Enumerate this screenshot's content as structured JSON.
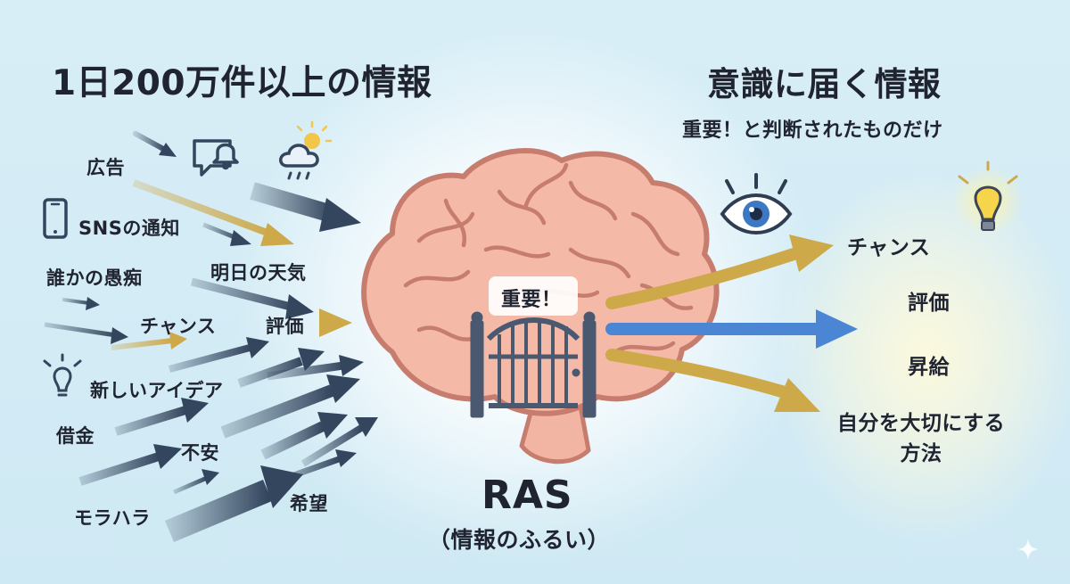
{
  "left": {
    "heading": "1日200万件以上の情報",
    "labels": {
      "ad": "広告",
      "sns": "SNSの通知",
      "complaint": "誰かの愚痴",
      "weather": "明日の天気",
      "chance": "チャンス",
      "evaluation": "評価",
      "idea": "新しいアイデア",
      "debt": "借金",
      "anxiety": "不安",
      "harassment": "モラハラ",
      "hope": "希望"
    }
  },
  "center": {
    "badge": "重要！",
    "ras_title": "RAS",
    "ras_subtitle": "（情報のふるい）"
  },
  "right": {
    "heading": "意識に届く情報",
    "subheading": "重要！と判断されたものだけ",
    "outputs": {
      "chance": "チャンス",
      "evaluation": "評価",
      "raise": "昇給",
      "self_care": "自分を大切にする方法"
    }
  },
  "colors": {
    "dark_arrow": "#34465e",
    "gold_arrow": "#cda94a",
    "blue_arrow": "#4a86d4",
    "brain_fill": "#f2b5a3",
    "brain_stroke": "#c77d6d",
    "gate": "#4a5870",
    "background": "#d3ecf6"
  },
  "icons": [
    "chat-bell-icon",
    "cloud-sun-icon",
    "phone-icon",
    "lightbulb-icon",
    "eye-icon",
    "brain-icon",
    "gate-icon",
    "sparkle-icon"
  ]
}
